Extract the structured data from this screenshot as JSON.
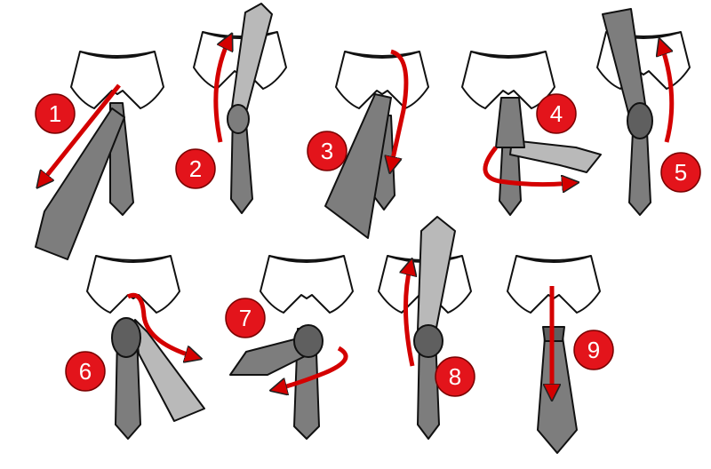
{
  "diagram": {
    "subject": "tie-knot-steps",
    "colors": {
      "collar_fill": "#ffffff",
      "outline": "#111111",
      "tie_dark": "#7d7d7d",
      "tie_light": "#b9b9b9",
      "tie_knot": "#5f5f5f",
      "arrow": "#d40000",
      "badge": "#e3141b",
      "badge_text": "#ffffff"
    },
    "steps": [
      {
        "number": "1"
      },
      {
        "number": "2"
      },
      {
        "number": "3"
      },
      {
        "number": "4"
      },
      {
        "number": "5"
      },
      {
        "number": "6"
      },
      {
        "number": "7"
      },
      {
        "number": "8"
      },
      {
        "number": "9"
      }
    ]
  }
}
